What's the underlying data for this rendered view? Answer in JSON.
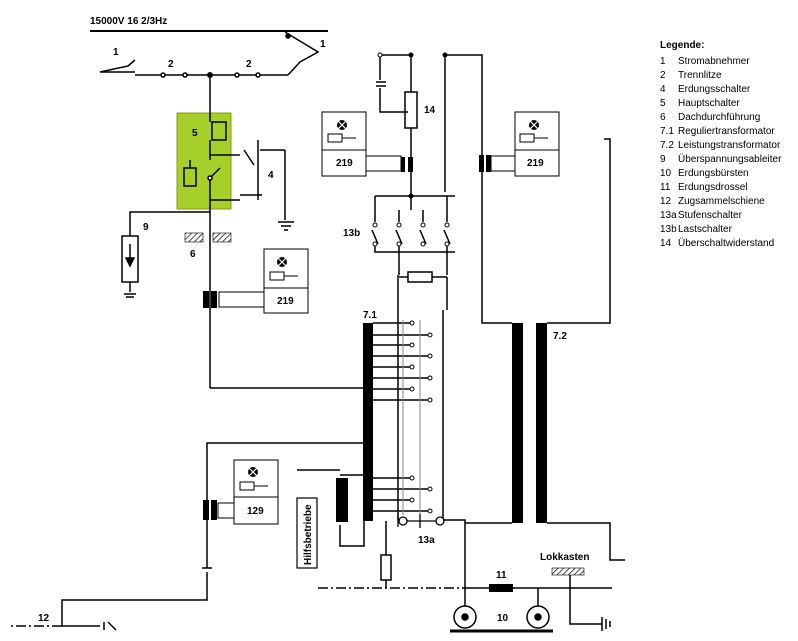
{
  "supply_label": "15000V 16 2/3Hz",
  "legend": {
    "title": "Legende:",
    "items": [
      {
        "key": "1",
        "label": "Stromabnehmer"
      },
      {
        "key": "2",
        "label": "Trennlitze"
      },
      {
        "key": "4",
        "label": "Erdungsschalter"
      },
      {
        "key": "5",
        "label": "Hauptschalter"
      },
      {
        "key": "6",
        "label": "Dachdurchführung"
      },
      {
        "key": "7.1",
        "label": "Reguliertransformator"
      },
      {
        "key": "7.2",
        "label": "Leistungstransformator"
      },
      {
        "key": "9",
        "label": "Überspannungsableiter"
      },
      {
        "key": "10",
        "label": "Erdungsbürsten"
      },
      {
        "key": "11",
        "label": "Erdungsdrossel"
      },
      {
        "key": "12",
        "label": "Zugsammelschiene"
      },
      {
        "key": "13a",
        "label": "Stufenschalter"
      },
      {
        "key": "13b",
        "label": "Lastschalter"
      },
      {
        "key": "14",
        "label": "Überschaltwiderstand"
      }
    ]
  },
  "labels": {
    "n1a": "1",
    "n1b": "1",
    "n2a": "2",
    "n2b": "2",
    "n4": "4",
    "n5": "5",
    "n6": "6",
    "n9": "9",
    "n14": "14",
    "n13b": "13b",
    "n13a": "13a",
    "n71": "7.1",
    "n72": "7.2",
    "n11": "11",
    "n10": "10",
    "n12": "12"
  },
  "instruments": {
    "a": "219",
    "b": "219",
    "c": "219",
    "d": "129"
  },
  "hilfsbetriebe": "Hilfsbetriebe",
  "lokkasten": "Lokkasten",
  "colors": {
    "main_switch_fill": "#a6cf2a",
    "main_switch_border": "#8a9a20",
    "line": "#000000"
  }
}
